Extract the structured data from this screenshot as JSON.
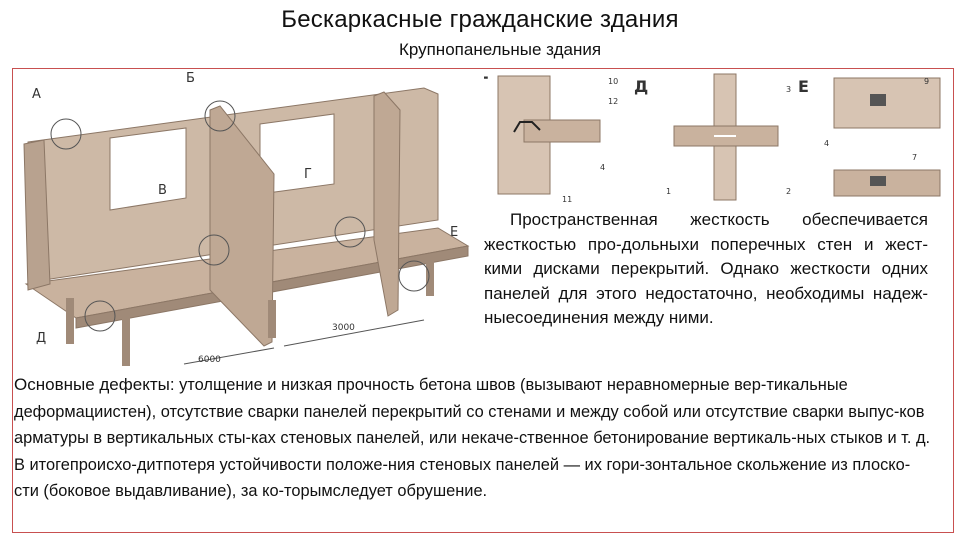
{
  "slide": {
    "title": "Бескаркасные гражданские здания",
    "subtitle": "Крупнопанельные здания"
  },
  "figure": {
    "callouts": [
      "А",
      "Б",
      "В",
      "Г",
      "Д",
      "Е"
    ],
    "detail_titles": [
      "Г",
      "Д",
      "Е"
    ],
    "dimensions": [
      "3000",
      "6000"
    ],
    "detail_numbers": [
      "10",
      "12",
      "11",
      "4",
      "3",
      "2",
      "1",
      "7",
      "9",
      "4"
    ]
  },
  "side_paragraph": "Пространственная жесткость обеспечивается жесткостью про-дольныхи поперечных стен и жест-кими дисками перекрытий. Однако жесткости одних панелей для этого недостаточно, необходимы надеж-ныесоединения между ними.",
  "main_paragraph": {
    "lead": "Основные дефекты:",
    "body": " утолщение и низкая прочность бетона швов (вызывают неравномерные вер-тикальные деформацииcтен), отсутствие сварки панелей перекрытий со стенами и между собой или отсутствие сварки выпус-ков арматуры в вертикальных сты-ках стеновых панелей, или некаче-ственное бетонирование вертикаль-ных стыков и т. д. В итогепроисхо-дитпотеря устойчивости положе-ния стеновых панелей — их гори-зонтальное скольжение из плоско-сти (боковое выдавливание), за ко-торымследует обрушение."
  },
  "colors": {
    "frame": "#c85050",
    "panel": "#cdb9a6",
    "panel_dark": "#a08a78",
    "detail_bg": "#d7c4b3"
  }
}
